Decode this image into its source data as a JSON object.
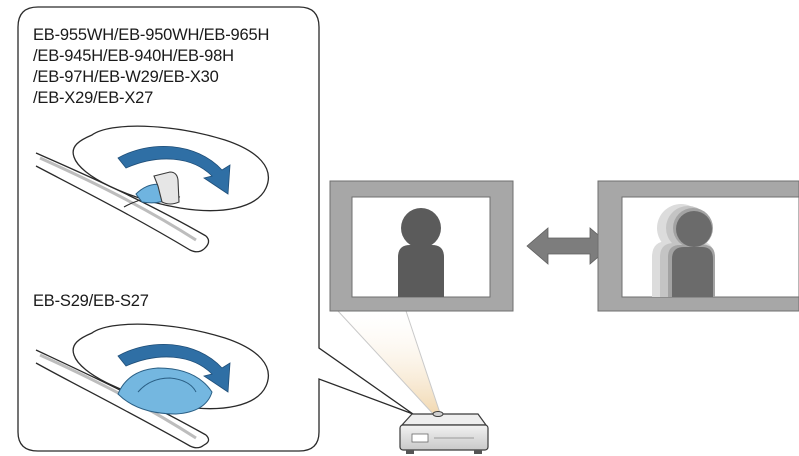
{
  "callout": {
    "model_group_a_lines": [
      "EB-955WH/EB-950WH/EB-965H",
      "/EB-945H/EB-940H/EB-98H",
      "/EB-97H/EB-W29/EB-X30",
      "/EB-X29/EB-X27"
    ],
    "model_group_b": "EB-S29/EB-S27"
  },
  "icons": [
    "focus-ring-with-lever-icon",
    "focus-ring-with-tab-icon",
    "rotation-arrow-icon",
    "double-headed-arrow-icon",
    "projector-icon"
  ],
  "screens": {
    "sharp": "in-focus",
    "blurred": "out-of-focus"
  },
  "colors": {
    "arrow_blue": "#2f6fa5",
    "lever_blue": "#74b7e0",
    "screen_frame": "#a7a7a7",
    "figure": "#5a5a5a",
    "beam": "#f3dfc0",
    "double_arrow": "#7d7d7d"
  }
}
